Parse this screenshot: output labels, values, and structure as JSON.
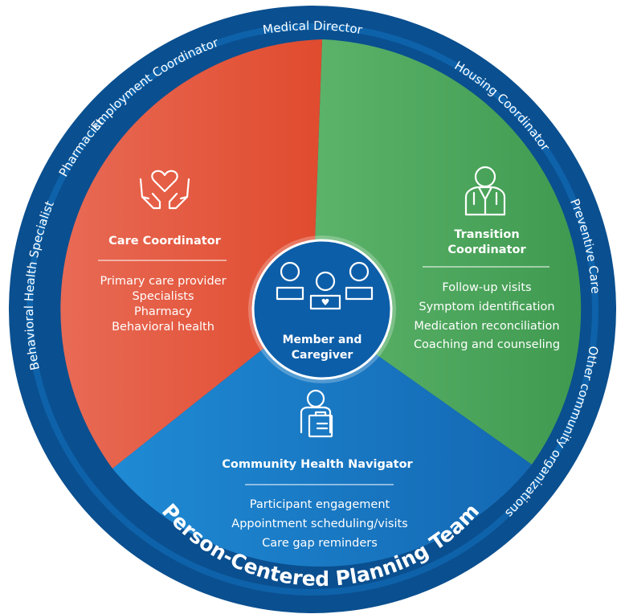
{
  "diagram": {
    "ring_title": "Person-Centered Planning Team",
    "ring_members": [
      "Medical Director",
      "Housing Coordinator",
      "Preventive Care",
      "Other community organizations",
      "Behavioral Health Specialist",
      "Pharmacist",
      "Employment Coordinator"
    ],
    "center": {
      "line1": "Member and",
      "line2": "Caregiver"
    },
    "segments": {
      "care_coordinator": {
        "title": "Care Coordinator",
        "items": [
          "Primary care provider",
          "Specialists",
          "Pharmacy",
          "Behavioral health"
        ]
      },
      "transition_coordinator": {
        "title_line1": "Transition",
        "title_line2": "Coordinator",
        "items": [
          "Follow-up visits",
          "Symptom identification",
          "Medication reconciliation",
          "Coaching and counseling"
        ]
      },
      "community_health_navigator": {
        "title": "Community Health Navigator",
        "items": [
          "Participant engagement",
          "Appointment scheduling/visits",
          "Care gap reminders"
        ]
      }
    },
    "colors": {
      "ring": "#0a4f8f",
      "ring_inner": "#0b5aa0",
      "red": "#e5533c",
      "green": "#4aa65a",
      "blue": "#1777c4",
      "center": "#0d5ea8"
    },
    "icons": [
      "hands-heart-icon",
      "doctor-icon",
      "member-caregiver-group-icon",
      "navigator-clipboard-icon"
    ]
  }
}
